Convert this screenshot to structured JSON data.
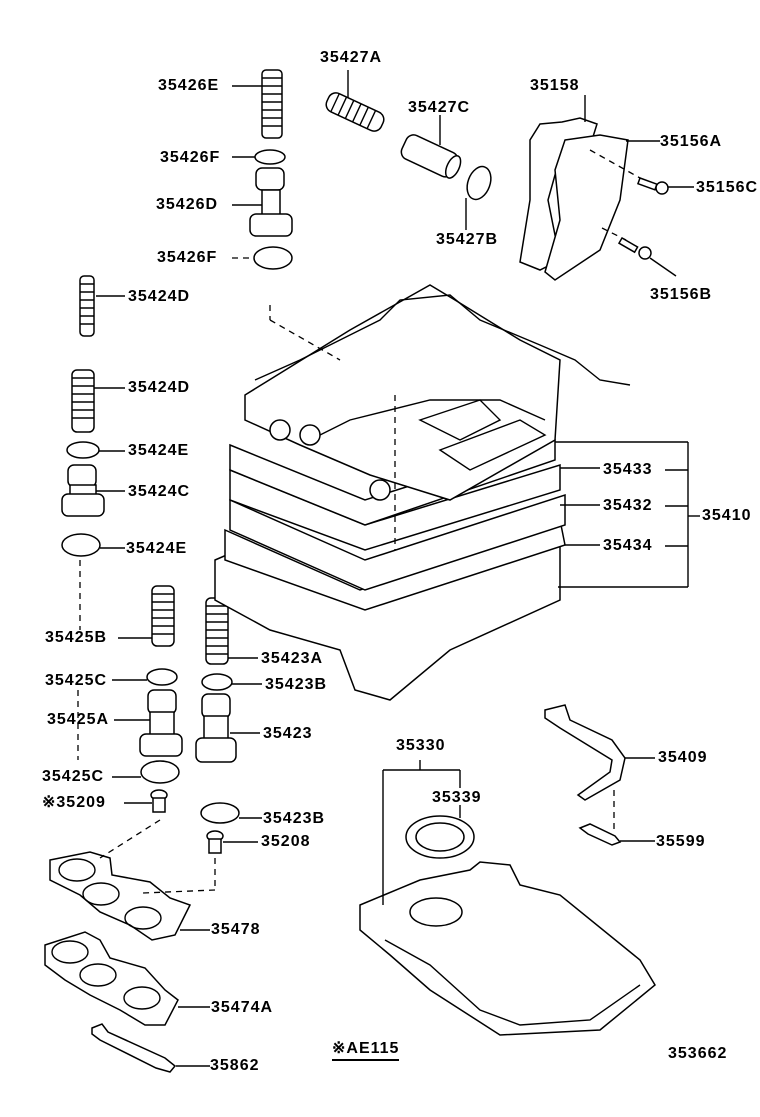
{
  "diagram": {
    "title": "Valve body & oil strainer exploded parts diagram",
    "reference_number": "353662",
    "footnote": {
      "symbol": "※",
      "text": "AE115"
    },
    "callouts": {
      "p35427A": "35427A",
      "p35426E": "35426E",
      "p35427C": "35427C",
      "p35158": "35158",
      "p35426F_top": "35426F",
      "p35156A": "35156A",
      "p35426D": "35426D",
      "p35156C": "35156C",
      "p35427B": "35427B",
      "p35426F_bottom": "35426F",
      "p35156B": "35156B",
      "p35424D_top": "35424D",
      "p35424D_mid": "35424D",
      "p35424E_top": "35424E",
      "p35433": "35433",
      "p35424C": "35424C",
      "p35432": "35432",
      "p35410": "35410",
      "p35434": "35434",
      "p35424E_bottom": "35424E",
      "p35425B": "35425B",
      "p35423A": "35423A",
      "p35425C_top": "35425C",
      "p35423B_top": "35423B",
      "p35425A": "35425A",
      "p35423": "35423",
      "p35330": "35330",
      "p35409": "35409",
      "p35425C_bottom": "35425C",
      "p35339": "35339",
      "p35209": "※35209",
      "p35423B_bottom": "35423B",
      "p35208": "35208",
      "p35599": "35599",
      "p35478": "35478",
      "p35474A": "35474A",
      "p35862": "35862"
    }
  }
}
